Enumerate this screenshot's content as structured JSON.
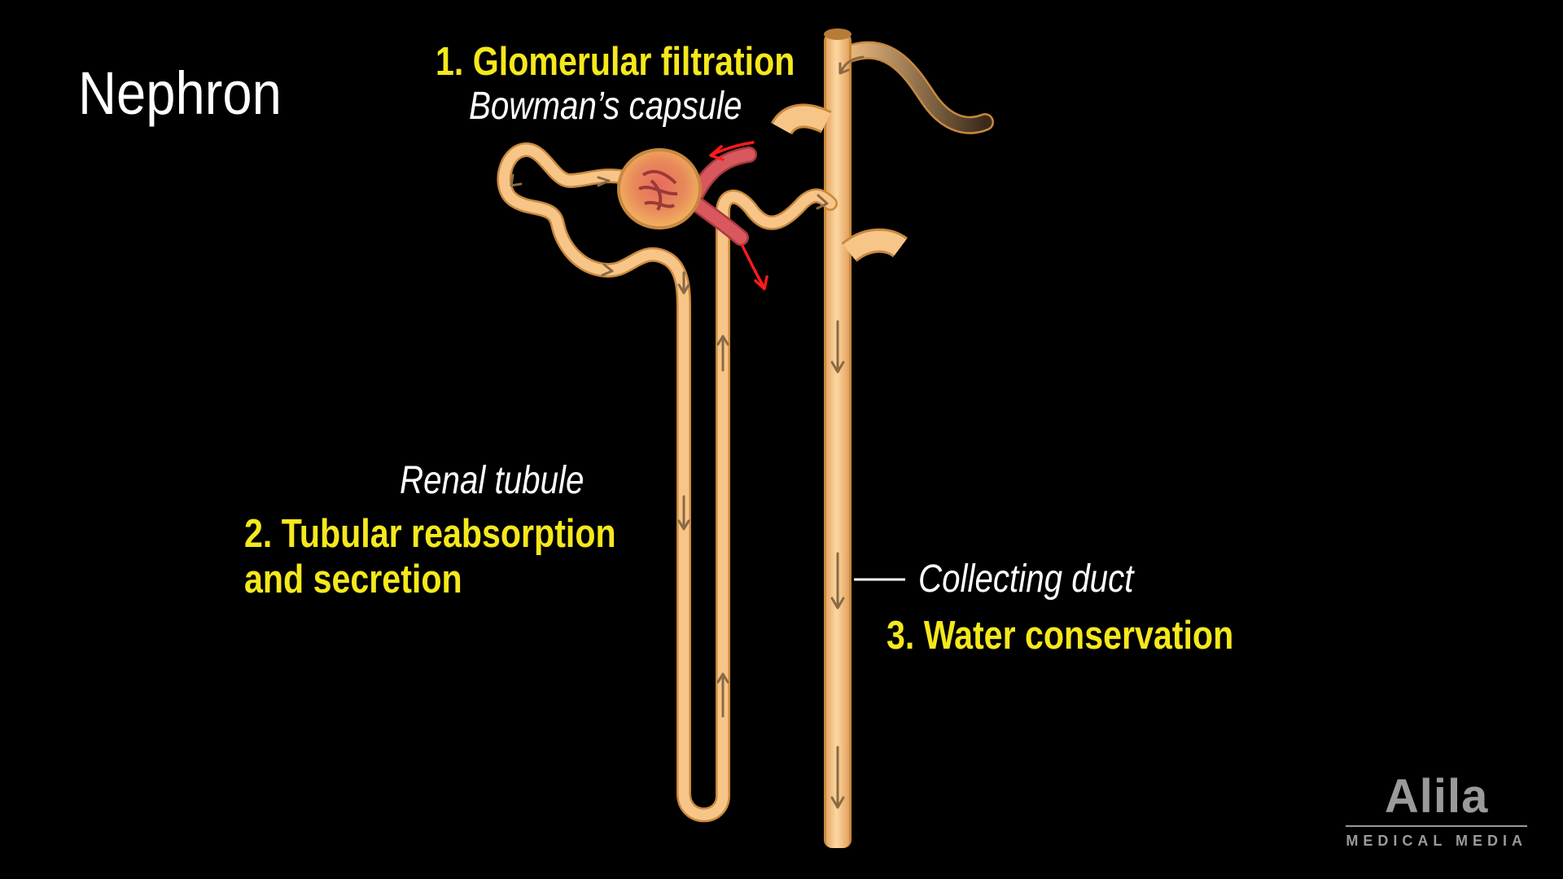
{
  "title": "Nephron",
  "labels": {
    "glomerular": "1. Glomerular filtration",
    "bowman": "Bowman’s capsule",
    "renal_tubule": "Renal tubule",
    "tubular_line1": "2. Tubular reabsorption",
    "tubular_line2": "and secretion",
    "collecting_duct": "Collecting duct",
    "water": "3. Water conservation"
  },
  "logo": {
    "name": "Alila",
    "subtitle": "MEDICAL MEDIA"
  },
  "colors": {
    "background": "#000000",
    "tubule": "#f8c588",
    "tubule_outline": "#c8893e",
    "vessel": "#d9585e",
    "arrow_flow": "#8a6a44",
    "arrow_blood": "#ff1a1a",
    "label_yellow": "#f5e81c",
    "label_white": "#ffffff",
    "logo_gray": "#9a9a9a"
  }
}
